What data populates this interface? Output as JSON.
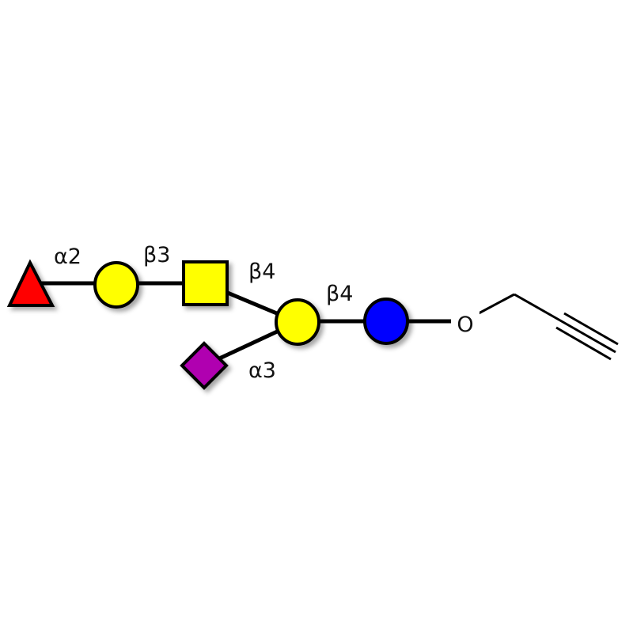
{
  "linkages": {
    "fuc": "α2",
    "gal1": "β3",
    "galnac": "β4",
    "gal2": "β4",
    "neu": "α3"
  },
  "aglycone": {
    "oxygen": "O"
  },
  "colors": {
    "fucose": "#ff0000",
    "galactose": "#ffff00",
    "galnac": "#ffff00",
    "glucose": "#0000ff",
    "sialic": "#b000b0",
    "line": "#000000"
  }
}
